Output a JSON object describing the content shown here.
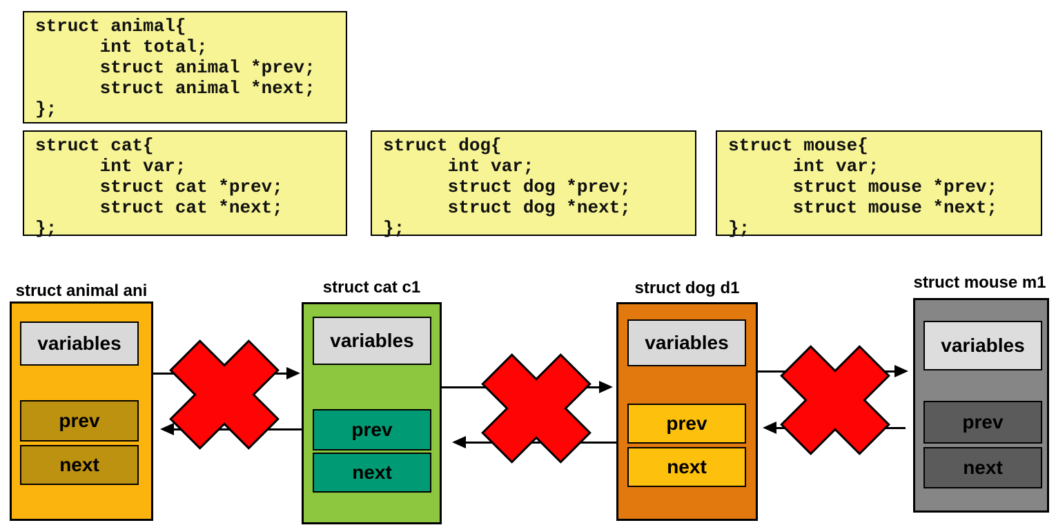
{
  "diagram": {
    "code_blocks": [
      {
        "name": "animal",
        "lines": [
          "struct animal{",
          "      int total;",
          "      struct animal *prev;",
          "      struct animal *next;",
          "};"
        ]
      },
      {
        "name": "cat",
        "lines": [
          "struct cat{",
          "      int var;",
          "      struct cat *prev;",
          "      struct cat *next;",
          "};"
        ]
      },
      {
        "name": "dog",
        "lines": [
          "struct dog{",
          "      int var;",
          "      struct dog *prev;",
          "      struct dog *next;",
          "};"
        ]
      },
      {
        "name": "mouse",
        "lines": [
          "struct mouse{",
          "      int var;",
          "      struct mouse *prev;",
          "      struct mouse *next;",
          "};"
        ]
      }
    ],
    "nodes": [
      {
        "name": "animal",
        "title": "struct animal ani",
        "variables_label": "variables",
        "prev_label": "prev",
        "next_label": "next",
        "colors": {
          "body": "#FBB40E",
          "field": "#BE9211",
          "variables": "#D9D9D9"
        }
      },
      {
        "name": "cat",
        "title": "struct cat c1",
        "variables_label": "variables",
        "prev_label": "prev",
        "next_label": "next",
        "colors": {
          "body": "#8DC73F",
          "field": "#009B74",
          "variables": "#D9D9D9"
        }
      },
      {
        "name": "dog",
        "title": "struct dog d1",
        "variables_label": "variables",
        "prev_label": "prev",
        "next_label": "next",
        "colors": {
          "body": "#E2790F",
          "field": "#FDC00D",
          "variables": "#D9D9D9"
        }
      },
      {
        "name": "mouse",
        "title": "struct mouse m1",
        "variables_label": "variables",
        "prev_label": "prev",
        "next_label": "next",
        "colors": {
          "body": "#868686",
          "field": "#5B5B5B",
          "variables": "#DDDDDD"
        }
      }
    ],
    "colors": {
      "code_bg": "#F6F494",
      "x_mark": "#FE0404",
      "arrow": "#000000"
    }
  }
}
